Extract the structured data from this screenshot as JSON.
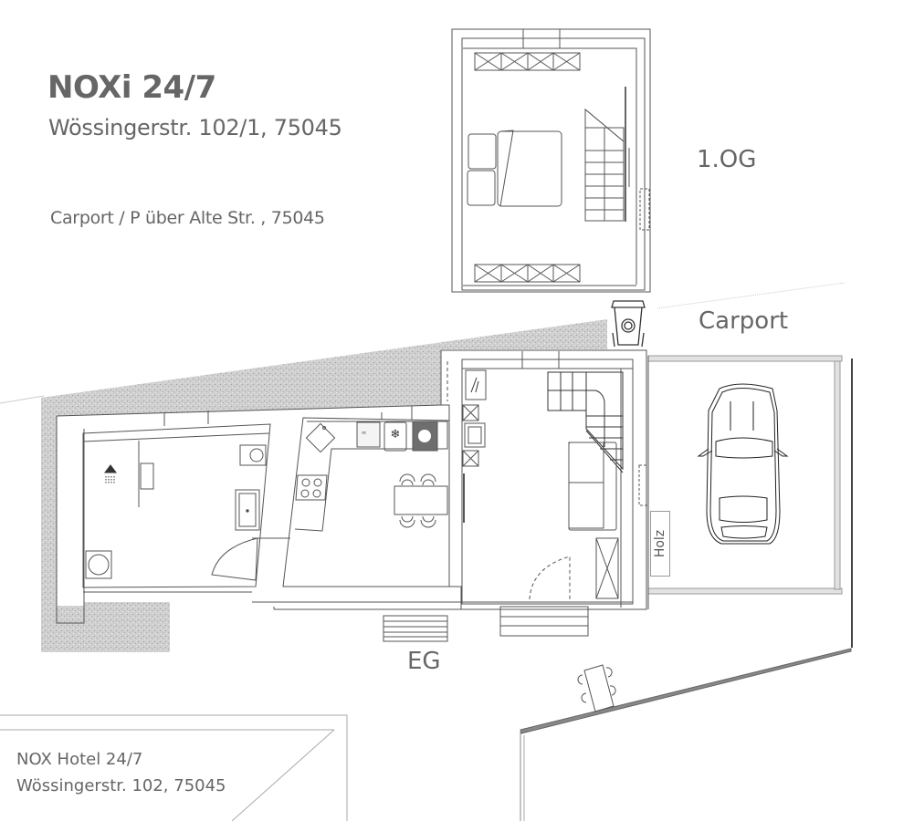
{
  "header": {
    "title": "NOXi 24/7",
    "address": "Wössingerstr. 102/1, 75045",
    "parking_info": "Carport / P  über  Alte Str. , 75045"
  },
  "floors": {
    "upper_label": "1.OG",
    "ground_label": "EG"
  },
  "labels": {
    "carport": "Carport",
    "wood_storage": "Holz"
  },
  "neighbor": {
    "name": "NOX Hotel 24/7",
    "address": "Wössingerstr. 102, 75045"
  },
  "icons": [
    "shower-icon",
    "toilet-icon",
    "sink-icon",
    "washing-machine-icon",
    "stove-icon",
    "fridge-icon",
    "freezer-icon",
    "dishwasher-icon",
    "bed-icon",
    "staircase-icon",
    "sofa-icon",
    "car-icon",
    "recycling-bin-icon",
    "dining-table-icon",
    "door-swing-icon"
  ],
  "colors": {
    "line": "#555555",
    "wall_fill": "#c9c9c9",
    "text": "#666666",
    "appliance_dark": "#6e6e6e"
  }
}
